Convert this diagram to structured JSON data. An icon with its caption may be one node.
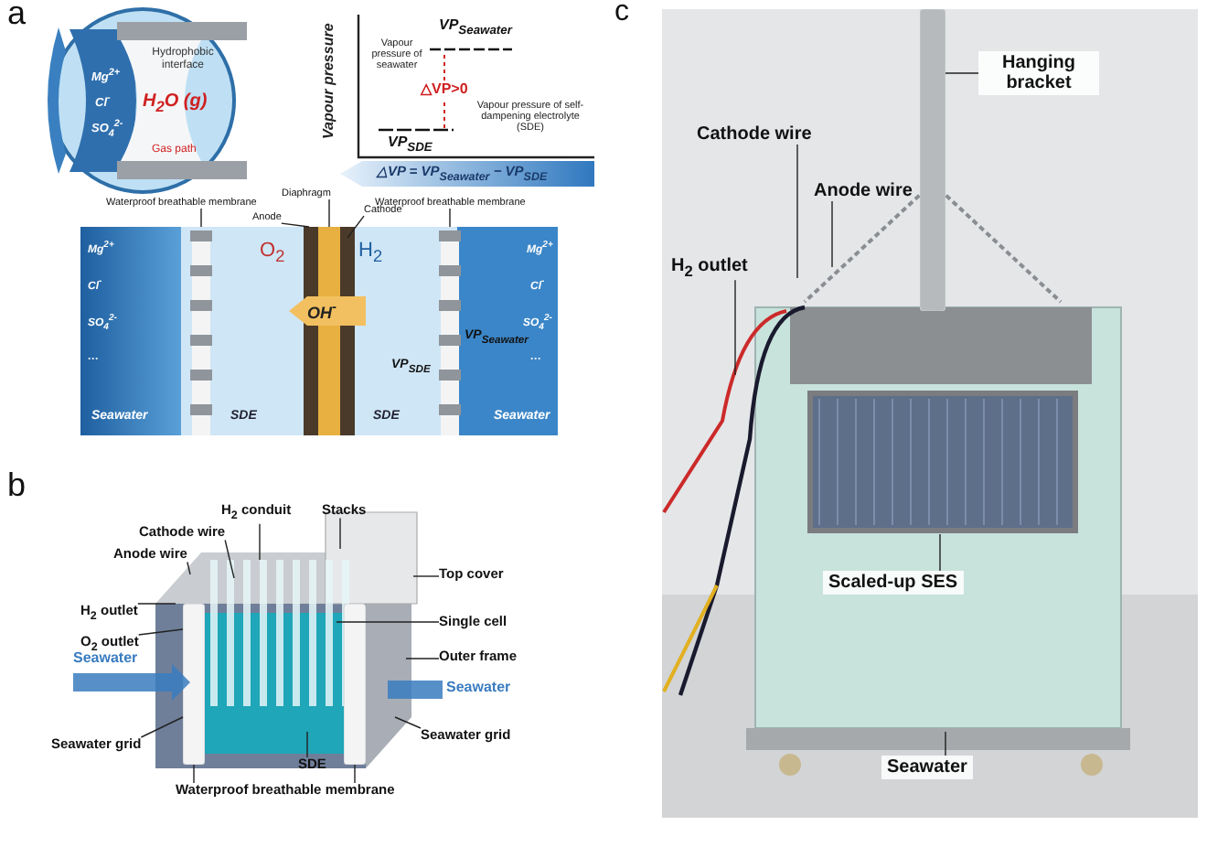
{
  "diagram": {
    "nodes": [
      {
        "text": [
          "Waterproof breathable membrane"
        ]
      },
      {
        "text": [
          "Diaphragm"
        ]
      },
      {
        "text": [
          "Anode"
        ]
      },
      {
        "text": [
          "Cathode"
        ]
      },
      {
        "text": [
          "Waterproof breathable membrane"
        ]
      },
      {
        "text": [],
        "shape": "picture"
      },
      {
        "text": [],
        "shape": "picture"
      },
      {
        "text": [
          "H$_{2}$ conduit"
        ]
      },
      {
        "text": [
          "Stacks"
        ]
      },
      {
        "text": [
          "Cathode wire"
        ]
      },
      {
        "text": [
          "Anode wire"
        ]
      },
      {
        "text": [
          "H$_{2}$ outlet"
        ]
      },
      {
        "text": [
          "O$_{2}$ outlet"
        ]
      },
      {
        "text": [
          "Top cover"
        ]
      },
      {
        "text": [
          "Single cell"
        ]
      },
      {
        "text": [
          "Outer frame"
        ]
      },
      {
        "text": [
          "Seawater grid"
        ]
      },
      {
        "text": [
          "SDE"
        ],
        "in": 6
      },
      {
        "text": [
          "Seawater grid"
        ]
      },
      {
        "text": [
          "Waterproof breathable membrane"
        ]
      },
      {
        "text": [],
        "shape": "picture"
      },
      {
        "text": [
          "Hanging bracket"
        ],
        "in": 20
      },
      {
        "text": [
          "Cathode wire"
        ],
        "in": 20
      },
      {
        "text": [
          "Anode wire"
        ],
        "in": 20
      },
      {
        "text": [
          "H$_{2}$ outlet"
        ],
        "in": 20
      },
      {
        "text": [
          "Scaled-up SES"
        ],
        "in": 20
      },
      {
        "text": [
          "Seawater"
        ],
        "in": 20
      },
      {
        "text": [],
        "shape": "bar",
        "in": 6
      },
      {
        "text": [],
        "shape": "bar",
        "in": 6
      },
      {
        "text": [],
        "shape": "bar",
        "in": 20
      }
    ],
    "edges": [
      {
        "from": 0,
        "to": 5,
        "arrow": "none"
      },
      {
        "from": 1,
        "to": 5,
        "arrow": "none"
      },
      {
        "from": 2,
        "to": 5,
        "arrow": "none"
      },
      {
        "from": 3,
        "to": 5,
        "arrow": "none"
      },
      {
        "from": 4,
        "to": 5,
        "arrow": "none"
      },
      {
        "from": 7,
        "to": 6,
        "arrow": "none"
      },
      {
        "from": 8,
        "to": 6,
        "arrow": "none"
      },
      {
        "from": 9,
        "to": 6,
        "arrow": "none"
      },
      {
        "from": 10,
        "to": 6,
        "arrow": "none"
      },
      {
        "from": 11,
        "to": 6,
        "arrow": "none"
      },
      {
        "from": 12,
        "to": 6,
        "arrow": "none"
      },
      {
        "from": 13,
        "to": 6,
        "arrow": "none"
      },
      {
        "from": 14,
        "to": 6,
        "arrow": "none"
      },
      {
        "from": 15,
        "to": 6,
        "arrow": "none"
      },
      {
        "from": 16,
        "to": 6,
        "arrow": "none"
      },
      {
        "from": 17,
        "to": 6,
        "arrow": "none"
      },
      {
        "from": 18,
        "to": 6,
        "arrow": "none"
      },
      {
        "from": 19,
        "to": 27,
        "arrow": "none"
      },
      {
        "from": 19,
        "to": 28,
        "arrow": "none"
      },
      {
        "from": null,
        "to": 6,
        "arrow": "to",
        "label": "Seawater",
        "style": "thick",
        "color": "#3a7cc0"
      },
      {
        "from": null,
        "to": 6,
        "arrow": "none",
        "label": "Seawater",
        "style": "thick",
        "color": "#3a7cc0"
      },
      {
        "from": 21,
        "to": 29,
        "arrow": "none"
      },
      {
        "from": 22,
        "to": 20,
        "arrow": "none"
      },
      {
        "from": 23,
        "to": 20,
        "arrow": "none"
      },
      {
        "from": 24,
        "to": 20,
        "arrow": "none"
      },
      {
        "from": 25,
        "to": 20,
        "arrow": "none"
      },
      {
        "from": 26,
        "to": 20,
        "arrow": "none"
      }
    ],
    "labels": [
      "a",
      "Hydrophobic interface",
      "H$_{2}$O (g)",
      "Gas path",
      "Mg$^{2+}$",
      "Cl$^{-}$",
      "SO$_{4}$$^{2-}$",
      "Vapour pressure",
      "VP$_{Seawater}$",
      "Vapour pressure of seawater",
      "△VP>0",
      "VP$_{SDE}$",
      "Vapour pressure of self-dampening electrolyte (SDE)",
      "△VP = VP$_{Seawater}$ − VP$_{SDE}$",
      "Mg$^{2+}$",
      "Cl$^{-}$",
      "SO$_{4}$$^{2-}$",
      "···",
      "Seawater",
      "SDE",
      "O$_{2}$",
      "OH$^{-}$",
      "H$_{2}$",
      "VP$_{Seawater}$",
      "VP$_{SDE}$",
      "SDE",
      "Mg$^{2+}$",
      "Cl$^{-}$",
      "SO$_{4}$$^{2-}$",
      "···",
      "Seawater",
      "b",
      "c"
    ]
  }
}
